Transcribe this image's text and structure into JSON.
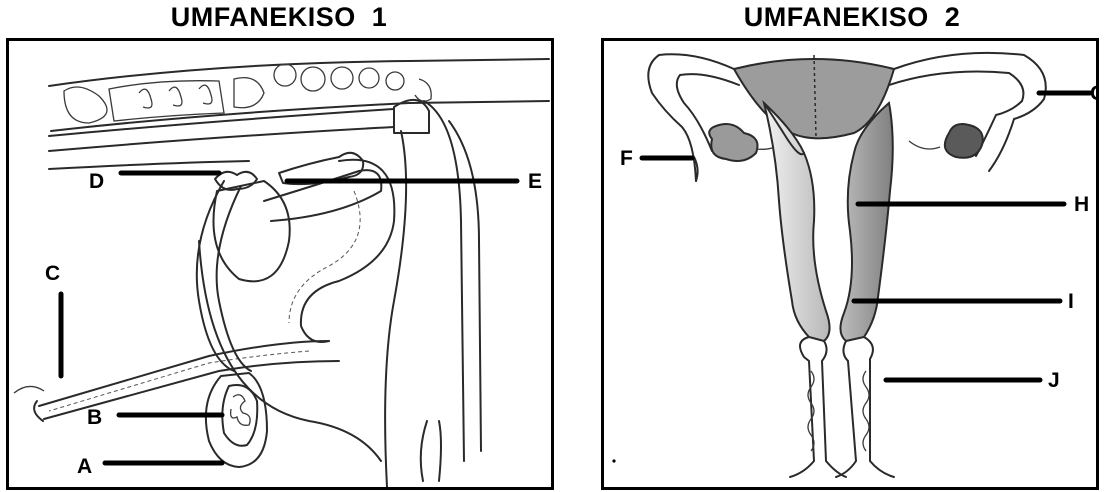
{
  "figure1": {
    "title": "UMFANEKISO  1",
    "labels": {
      "A": "A",
      "B": "B",
      "C": "C",
      "D": "D",
      "E": "E"
    }
  },
  "figure2": {
    "title": "UMFANEKISO  2",
    "labels": {
      "F": "F",
      "G": "G",
      "H": "H",
      "I": "I",
      "J": "J"
    }
  },
  "colors": {
    "ink": "#2a2a2a",
    "uterus_shade": "#b8b8b8",
    "ovary": "#7a7a7a"
  }
}
